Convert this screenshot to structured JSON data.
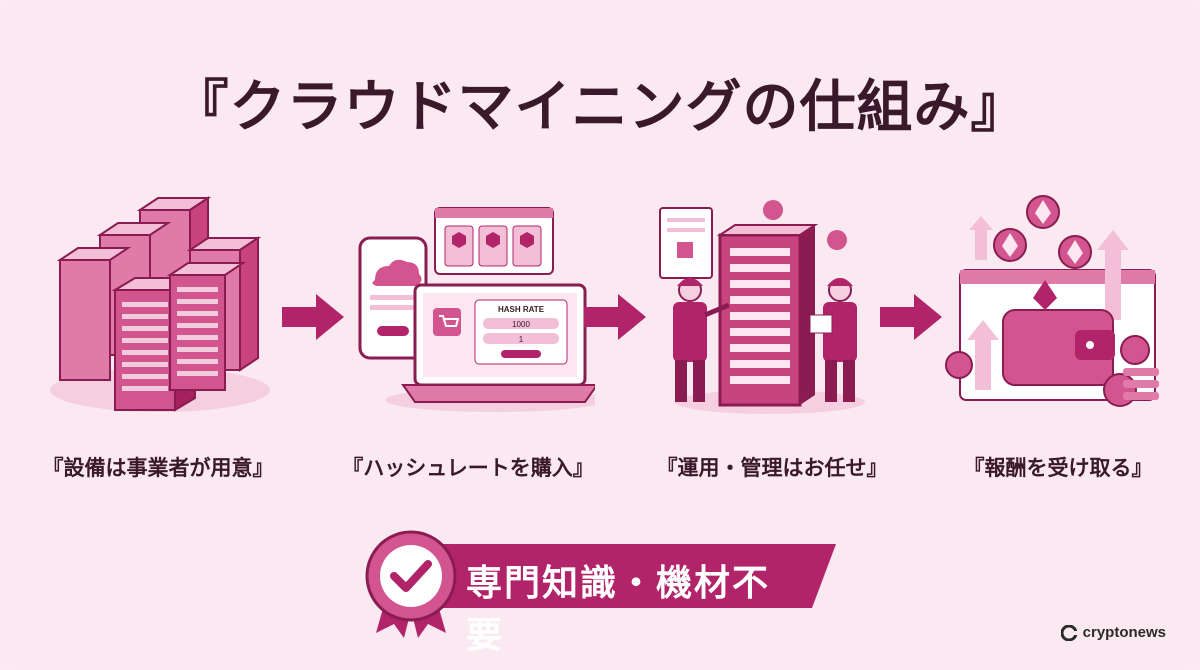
{
  "title": "『クラウドマイニングの仕組み』",
  "steps": [
    {
      "caption": "『設備は事業者が用意』"
    },
    {
      "caption": "『ハッシュレートを購入』",
      "panel_title": "HASH RATE",
      "panel_value_1": "1000",
      "panel_value_2": "1"
    },
    {
      "caption": "『運用・管理はお任せ』"
    },
    {
      "caption": "『報酬を受け取る』"
    }
  ],
  "badge": {
    "label": "専門知識・機材不要"
  },
  "brand": {
    "name": "cryptonews"
  },
  "colors": {
    "accent": "#b1246a",
    "accent_light": "#f3bfd6",
    "background": "#fbe9f1",
    "text": "#3a1a2a"
  }
}
